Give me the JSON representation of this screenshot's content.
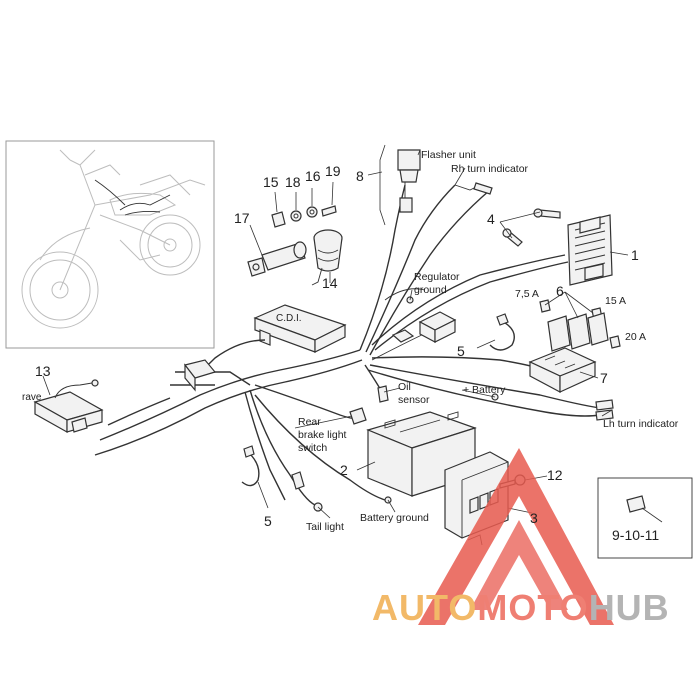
{
  "labels": {
    "flasher_unit": "Flasher unit",
    "rh_turn_indicator": "Rh turn indicator",
    "regulator_ground": [
      "Regulator",
      "ground"
    ],
    "cdi": "C.D.I.",
    "oil_sensor": [
      "Oil",
      "sensor"
    ],
    "plus_battery": "+ Battery",
    "rear_brake_switch": [
      "Rear",
      "brake light",
      "switch"
    ],
    "battery_ground": "Battery ground",
    "tail_light": "Tail light",
    "lh_turn_indicator": "Lh turn indicator",
    "rave": "rave",
    "fuse_7_5a": "7,5 A",
    "fuse_15a": "15 A",
    "fuse_20a": "20 A"
  },
  "callouts": {
    "n1": "1",
    "n2": "2",
    "n3": "3",
    "n4": "4",
    "n5a": "5",
    "n5b": "5",
    "n6": "6",
    "n7": "7",
    "n8": "8",
    "n9_10_11": "9-10-11",
    "n12": "12",
    "n13": "13",
    "n14": "14",
    "n15": "15",
    "n16": "16",
    "n17": "17",
    "n18": "18",
    "n19": "19"
  },
  "watermark": {
    "part1": "AUTO",
    "part2": "MOTO",
    "part3": "HUB",
    "colors": {
      "auto": "#f2b968",
      "moto": "#ef7f73",
      "hub": "#b4b4b4",
      "triangle": "#e85a4f"
    }
  }
}
